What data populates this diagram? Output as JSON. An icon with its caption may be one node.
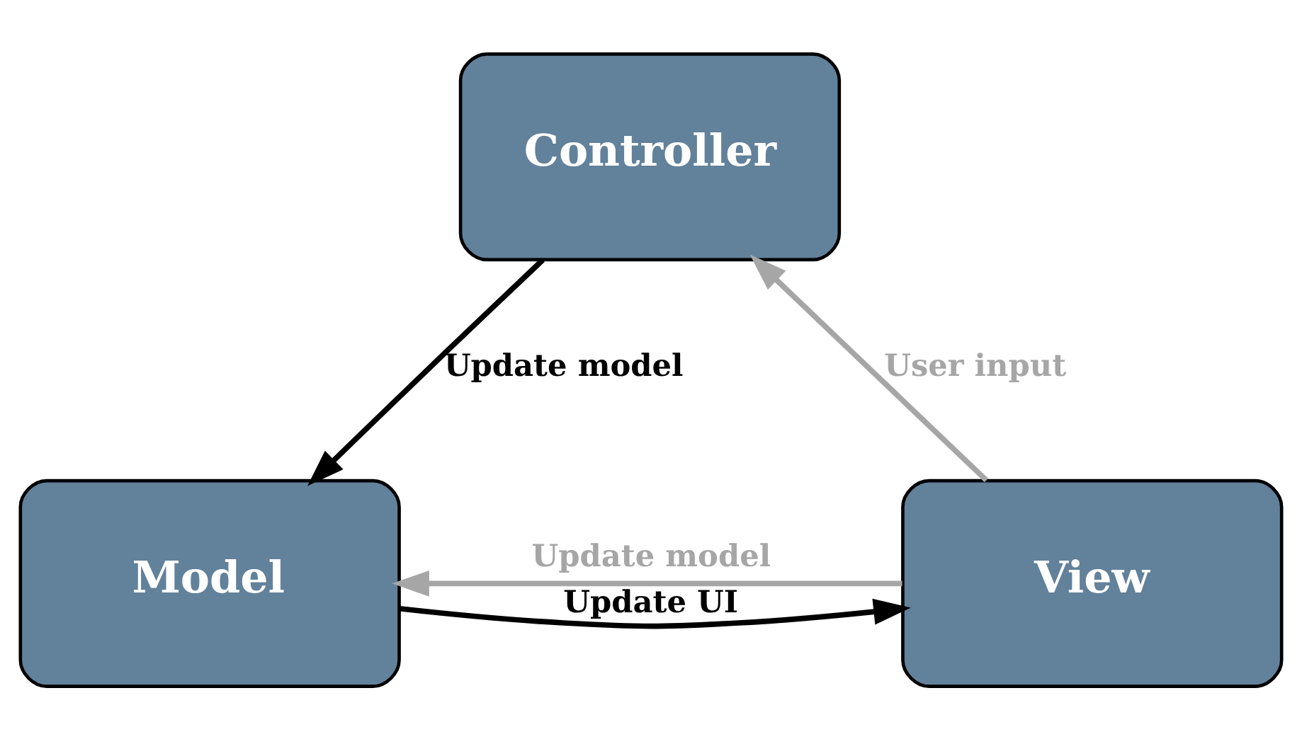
{
  "diagram": {
    "nodes": [
      {
        "text": [
          "Controller"
        ]
      },
      {
        "text": [
          "Model"
        ]
      },
      {
        "text": [
          "View"
        ]
      }
    ],
    "edges": [
      {
        "from": 0,
        "to": 1,
        "arrow": "to",
        "label": "Update model"
      },
      {
        "from": 1,
        "to": 2,
        "arrow": "to",
        "label": "Update UI"
      },
      {
        "from": 2,
        "to": 1,
        "arrow": "to",
        "label": "Update model",
        "color": "#a6a6a6"
      },
      {
        "from": 2,
        "to": 0,
        "arrow": "to",
        "label": "User input",
        "color": "#a6a6a6"
      }
    ]
  }
}
